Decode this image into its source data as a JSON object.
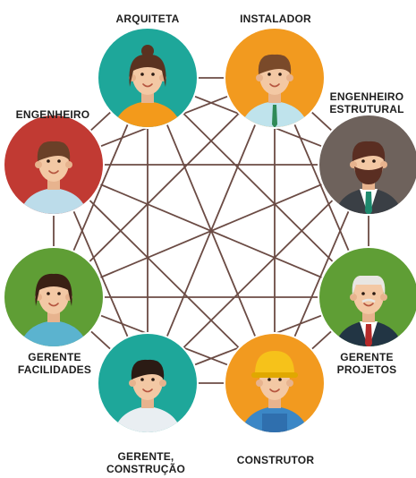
{
  "diagram": {
    "roles": [
      {
        "id": "arquiteta",
        "label_lines": [
          "ARQUITETA"
        ],
        "color": "#1ea79a",
        "icon": "female-architect-avatar"
      },
      {
        "id": "instalador",
        "label_lines": [
          "INSTALADOR"
        ],
        "color": "#f29a1f",
        "icon": "male-installer-avatar"
      },
      {
        "id": "engenheiro-estrutural",
        "label_lines": [
          "ENGENHEIRO",
          "ESTRUTURAL"
        ],
        "color": "#6e625c",
        "icon": "bearded-engineer-avatar"
      },
      {
        "id": "gerente-projetos",
        "label_lines": [
          "GERENTE",
          "PROJETOS"
        ],
        "color": "#5f9e35",
        "icon": "senior-manager-avatar"
      },
      {
        "id": "construtor",
        "label_lines": [
          "CONSTRUTOR"
        ],
        "color": "#f29a1f",
        "icon": "builder-hardhat-avatar"
      },
      {
        "id": "gerente-construcao",
        "label_lines": [
          "GERENTE,",
          "CONSTRUÇÃO"
        ],
        "color": "#1ea79a",
        "icon": "construction-manager-avatar"
      },
      {
        "id": "gerente-facilidades",
        "label_lines": [
          "GERENTE",
          "FACILIDADES"
        ],
        "color": "#5f9e35",
        "icon": "female-facilities-manager-avatar"
      },
      {
        "id": "engenheiro",
        "label_lines": [
          "ENGENHEIRO"
        ],
        "color": "#c13a33",
        "icon": "male-engineer-avatar"
      }
    ],
    "connector_color": "#6b4b44"
  }
}
